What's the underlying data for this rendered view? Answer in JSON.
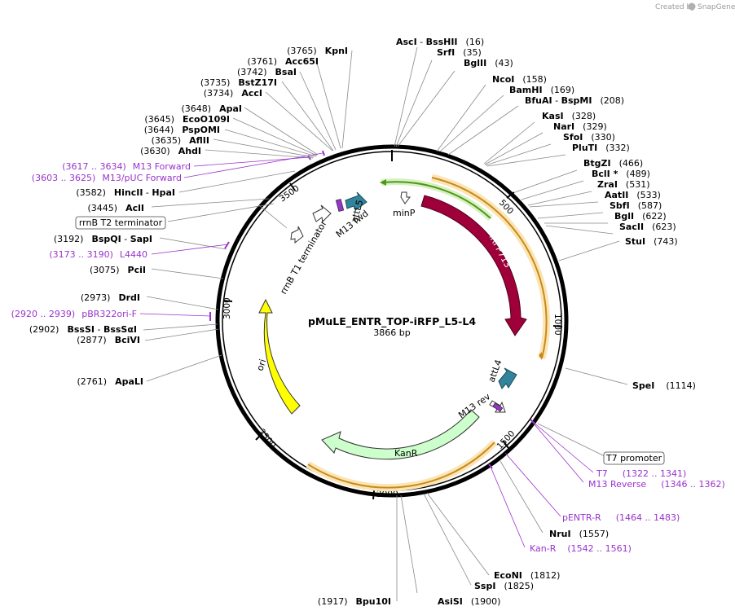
{
  "credit": {
    "prefix": "Created by",
    "brand": "SnapGene"
  },
  "map": {
    "name": "pMuLE_ENTR_TOP-iRFP_L5-L4",
    "length_label": "3866 bp",
    "length": 3866
  },
  "ticks": [
    {
      "label": "500",
      "pos": 500
    },
    {
      "label": "1000",
      "pos": 1000
    },
    {
      "label": "1500",
      "pos": 1500
    },
    {
      "label": "2000",
      "pos": 2000
    },
    {
      "label": "2500",
      "pos": 2500
    },
    {
      "label": "3000",
      "pos": 3000
    },
    {
      "label": "3500",
      "pos": 3500
    }
  ],
  "enzymes": [
    {
      "site": "AscI",
      "site2": "BssHII",
      "pos": "(16)"
    },
    {
      "site": "SrfI",
      "pos": "(35)"
    },
    {
      "site": "BglII",
      "pos": "(43)"
    },
    {
      "site": "NcoI",
      "pos": "(158)"
    },
    {
      "site": "BamHI",
      "pos": "(169)"
    },
    {
      "site": "BfuAI",
      "site2": "BspMI",
      "pos": "(208)"
    },
    {
      "site": "KasI",
      "pos": "(328)"
    },
    {
      "site": "NarI",
      "pos": "(329)"
    },
    {
      "site": "SfoI",
      "pos": "(330)"
    },
    {
      "site": "PluTI",
      "pos": "(332)"
    },
    {
      "site": "BtgZI",
      "pos": "(466)"
    },
    {
      "site": "BclI *",
      "pos": "(489)"
    },
    {
      "site": "ZraI",
      "pos": "(531)"
    },
    {
      "site": "AatII",
      "pos": "(533)"
    },
    {
      "site": "SbfI",
      "pos": "(587)"
    },
    {
      "site": "BglI",
      "pos": "(622)"
    },
    {
      "site": "SacII",
      "pos": "(623)"
    },
    {
      "site": "StuI",
      "pos": "(743)"
    },
    {
      "site": "SpeI",
      "pos": "(1114)"
    },
    {
      "site": "NruI",
      "pos": "(1557)"
    },
    {
      "site": "EcoNI",
      "pos": "(1812)"
    },
    {
      "site": "SspI",
      "pos": "(1825)"
    },
    {
      "site": "AsiSI",
      "pos": "(1900)"
    },
    {
      "site": "Bpu10I",
      "pos": "(1917)"
    },
    {
      "site": "ApaLI",
      "pos": "(2761)"
    },
    {
      "site": "BciVI",
      "pos": "(2877)"
    },
    {
      "site": "BssSI",
      "site2": "BssSαI",
      "pos": "(2902)"
    },
    {
      "site": "DrdI",
      "pos": "(2973)"
    },
    {
      "site": "PciI",
      "pos": "(3075)"
    },
    {
      "site": "BspQI",
      "site2": "SapI",
      "pos": "(3192)"
    },
    {
      "site": "AclI",
      "pos": "(3445)"
    },
    {
      "site": "HincII",
      "site2": "HpaI",
      "pos": "(3582)"
    },
    {
      "site": "AhdI",
      "pos": "(3630)"
    },
    {
      "site": "AflII",
      "pos": "(3635)"
    },
    {
      "site": "PspOMI",
      "pos": "(3644)"
    },
    {
      "site": "EcoO109I",
      "pos": "(3645)"
    },
    {
      "site": "ApaI",
      "pos": "(3648)"
    },
    {
      "site": "AccI",
      "pos": "(3734)"
    },
    {
      "site": "BstZ17I",
      "pos": "(3735)"
    },
    {
      "site": "BsaI",
      "pos": "(3742)"
    },
    {
      "site": "Acc65I",
      "pos": "(3761)"
    },
    {
      "site": "KpnI",
      "pos": "(3765)"
    }
  ],
  "primers": [
    {
      "name": "T7",
      "range": "(1322 .. 1341)"
    },
    {
      "name": "M13 Reverse",
      "range": "(1346 .. 1362)"
    },
    {
      "name": "pENTR-R",
      "range": "(1464 .. 1483)"
    },
    {
      "name": "Kan-R",
      "range": "(1542 .. 1561)"
    },
    {
      "name": "pBR322ori-F",
      "range": "(2920 .. 2939)"
    },
    {
      "name": "L4440",
      "range": "(3173 .. 3190)"
    },
    {
      "name": "M13/pUC Forward",
      "range": "(3603 .. 3625)"
    },
    {
      "name": "M13 Forward",
      "range": "(3617 .. 3634)"
    }
  ],
  "boxed_features": [
    {
      "name": "T7 promoter"
    },
    {
      "name": "rrnB T2 terminator"
    }
  ],
  "features": [
    {
      "name": "iRFP713",
      "color": "#a0003a"
    },
    {
      "name": "ori",
      "color": "#ffff00"
    },
    {
      "name": "KanR",
      "color": "#ccffcc"
    },
    {
      "name": "minP",
      "color": "#ffffff"
    },
    {
      "name": "attL5",
      "color": "#31849b"
    },
    {
      "name": "attL4",
      "color": "#31849b"
    },
    {
      "name": "M13 fwd",
      "color": "#ffffff"
    },
    {
      "name": "M13 rev",
      "color": "#ffffff"
    },
    {
      "name": "rrnB T1 terminator",
      "color": "#ffffff"
    }
  ]
}
